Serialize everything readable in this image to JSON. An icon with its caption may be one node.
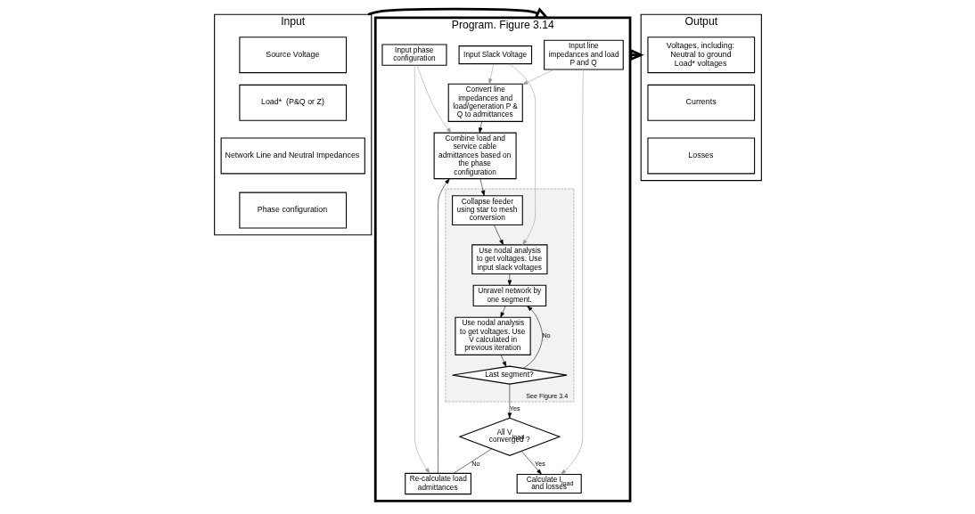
{
  "diagram": {
    "nodes": [
      {
        "text": [
          "Input"
        ]
      },
      {
        "text": [
          "Source Voltage"
        ],
        "in": 0
      },
      {
        "text": [
          "Load*  (P&Q or Z)"
        ],
        "in": 0
      },
      {
        "text": [
          "Network Line and Neutral Impedances"
        ],
        "in": 0
      },
      {
        "text": [
          "Phase configuration"
        ],
        "in": 0
      },
      {
        "text": [
          "Program. Figure 3.14"
        ]
      },
      {
        "text": [
          "Input line impedances and load P and Q"
        ],
        "in": 5
      },
      {
        "text": [
          "Input Slack Voltage"
        ],
        "in": 5
      },
      {
        "text": [
          "Input phase configuration"
        ],
        "in": 5
      },
      {
        "text": [
          "Convert line impedances and load/generation P & Q to admittances"
        ],
        "in": 5
      },
      {
        "text": [
          "Combine load and service cable admittances based on the phase configuration"
        ],
        "in": 5
      },
      {
        "text": [
          "See Figure 3.4"
        ],
        "in": 5
      },
      {
        "text": [
          "Collapse feeder using star to mesh conversion"
        ],
        "in": 11
      },
      {
        "text": [
          "Use nodal analysis to get voltages. Use input slack voltages"
        ],
        "in": 11
      },
      {
        "text": [
          "Unravel network by one segment."
        ],
        "in": 11
      },
      {
        "text": [
          "Use nodal analysis to get voltages. Use V calculated in previous iteration"
        ],
        "in": 11
      },
      {
        "text": [
          "Last segment?"
        ],
        "in": 11
      },
      {
        "text": [
          "All V$_{load}$ converged ?"
        ],
        "in": 5
      },
      {
        "text": [
          "Calculate I$_{load}$ and losses"
        ],
        "in": 5
      },
      {
        "text": [
          "Re-calculate load admittances"
        ],
        "in": 5
      },
      {
        "text": [
          "Output"
        ]
      },
      {
        "text": [
          "Voltages, including:",
          "Neutral to ground",
          "Load* voltages"
        ],
        "in": 20
      },
      {
        "text": [
          "Currents"
        ],
        "in": 20
      },
      {
        "text": [
          "Losses"
        ],
        "in": 20
      }
    ],
    "edges": [
      {
        "from": 0,
        "to": 5,
        "arrow": "to",
        "style": "thick"
      },
      {
        "from": 5,
        "to": 20,
        "arrow": "to",
        "style": "thick"
      },
      {
        "from": 6,
        "to": 9,
        "arrow": "to",
        "color": "#999999"
      },
      {
        "from": 7,
        "to": 9,
        "arrow": "to",
        "color": "#999999"
      },
      {
        "from": 8,
        "to": 10,
        "arrow": "to",
        "color": "#999999"
      },
      {
        "from": 9,
        "to": 10,
        "arrow": "to"
      },
      {
        "from": 10,
        "to": 12,
        "arrow": "to"
      },
      {
        "from": 12,
        "to": 13,
        "arrow": "to"
      },
      {
        "from": 7,
        "to": 13,
        "arrow": "to",
        "color": "#999999"
      },
      {
        "from": 13,
        "to": 14,
        "arrow": "to"
      },
      {
        "from": 14,
        "to": 15,
        "arrow": "to"
      },
      {
        "from": 15,
        "to": 16,
        "arrow": "to"
      },
      {
        "from": 16,
        "to": 14,
        "arrow": "to",
        "label": "No"
      },
      {
        "from": 16,
        "to": 17,
        "arrow": "to",
        "label": "Yes"
      },
      {
        "from": 17,
        "to": 18,
        "arrow": "to",
        "label": "Yes"
      },
      {
        "from": 17,
        "to": 19,
        "arrow": "none",
        "label": "No"
      },
      {
        "from": 19,
        "to": 10,
        "arrow": "to"
      },
      {
        "from": 8,
        "to": 19,
        "arrow": "to",
        "color": "#999999"
      },
      {
        "from": 6,
        "to": 18,
        "arrow": "to",
        "color": "#999999"
      }
    ]
  }
}
